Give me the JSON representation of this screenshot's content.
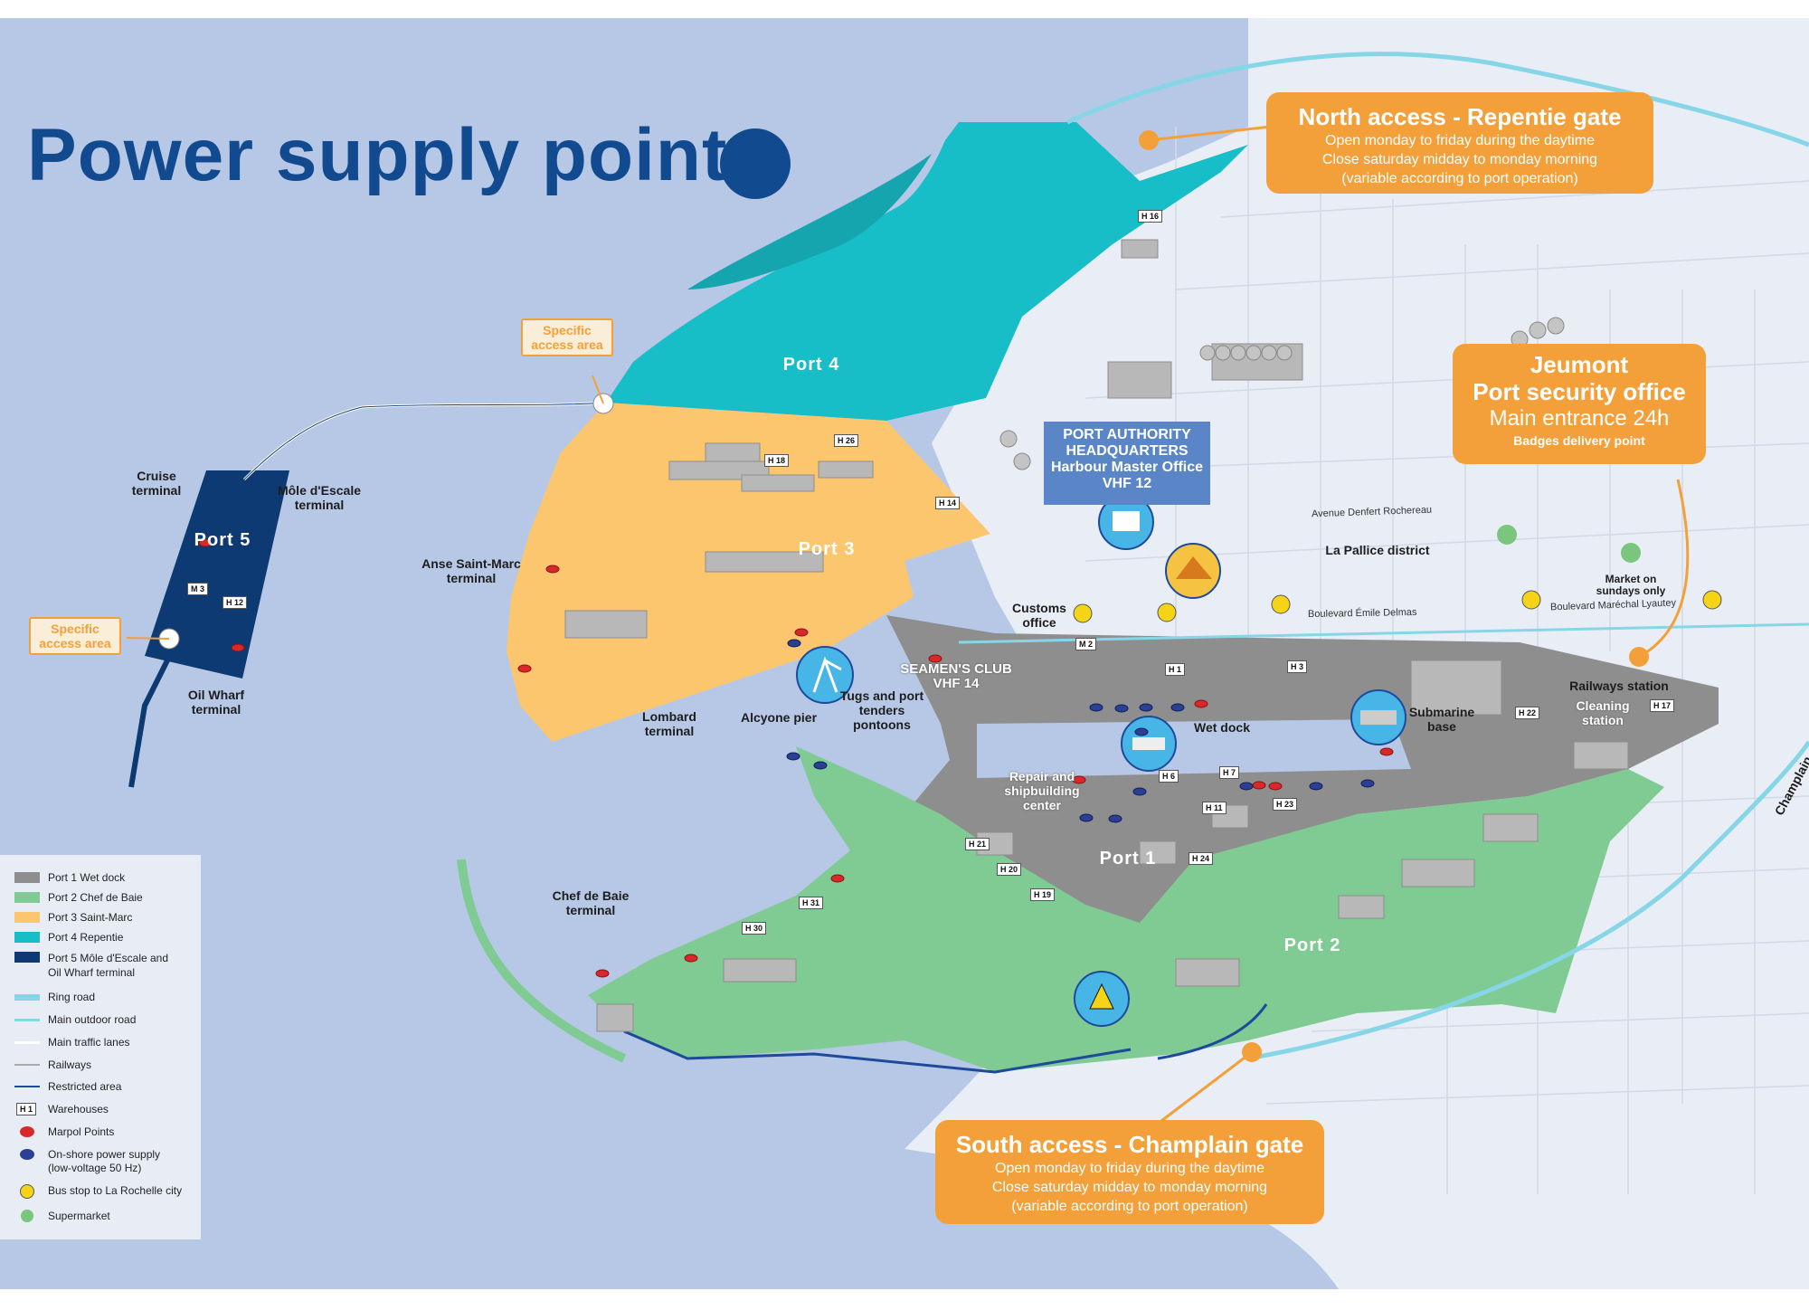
{
  "title": "Power supply points",
  "colors": {
    "sea": "#b7c8e6",
    "land": "#e9eef6",
    "port1": "#8e8e8e",
    "port2": "#7fcb93",
    "port3": "#fcc66e",
    "port4": "#17bdc7",
    "port5": "#0e3a74",
    "accent_orange": "#f4a03a",
    "title_blue": "#124a8f",
    "marpol": "#d8282a",
    "power": "#2b3f95"
  },
  "callouts": {
    "north": {
      "heading": "North access - Repentie gate",
      "line1": "Open monday to friday during the daytime",
      "line2": "Close saturday midday to monday morning",
      "line3": "(variable according to port operation)"
    },
    "south": {
      "heading": "South access - Champlain gate",
      "line1": "Open monday to friday during the daytime",
      "line2": "Close saturday midday to monday morning",
      "line3": "(variable according to port operation)"
    },
    "jeumont": {
      "line1": "Jeumont",
      "line2": "Port security office",
      "line3": "Main entrance 24h",
      "line4": "Badges delivery point"
    },
    "specific_access": "Specific access area",
    "hq": {
      "line1": "PORT AUTHORITY",
      "line2": "HEADQUARTERS",
      "line3": "Harbour Master Office",
      "line4": "VHF 12"
    }
  },
  "ports": {
    "port1": "Port 1",
    "port2": "Port 2",
    "port3": "Port 3",
    "port4": "Port 4",
    "port5": "Port 5"
  },
  "places": {
    "cruise": "Cruise terminal",
    "mole": "Môle d'Escale terminal",
    "oil_wharf": "Oil Wharf terminal",
    "anse": "Anse Saint-Marc terminal",
    "lombard": "Lombard terminal",
    "alcyone": "Alcyone pier",
    "tugs": "Tugs and port tenders pontoons",
    "seamen": "SEAMEN'S CLUB VHF 14",
    "customs": "Customs office",
    "wet_dock": "Wet dock",
    "repair": "Repair and shipbuilding center",
    "submarine": "Submarine base",
    "railways": "Railways station",
    "cleaning": "Cleaning station",
    "la_pallice": "La Pallice district",
    "market": "Market on sundays only",
    "chef_de_baie": "Chef de Baie terminal",
    "champlain_gate": "Champlain gate"
  },
  "streets": {
    "denfert": "Avenue Denfert Rochereau",
    "delmas": "Boulevard Émile Delmas",
    "lyautey": "Boulevard Maréchal Lyautey"
  },
  "warehouses": [
    "H 16",
    "H 26",
    "H 18",
    "H 14",
    "M 3",
    "H 12",
    "M 2",
    "H 1",
    "H 3",
    "H 22",
    "H 17",
    "H 6",
    "H 7",
    "H 11",
    "H 23",
    "H 21",
    "H 20",
    "H 19",
    "H 24",
    "H 31",
    "H 30"
  ],
  "legend": [
    {
      "label": "Port 1 Wet dock",
      "icon": "swatch-port1"
    },
    {
      "label": "Port 2 Chef de Baie",
      "icon": "swatch-port2"
    },
    {
      "label": "Port 3 Saint-Marc",
      "icon": "swatch-port3"
    },
    {
      "label": "Port 4 Repentie",
      "icon": "swatch-port4"
    },
    {
      "label": "Port 5 Môle d'Escale and Oil Wharf terminal",
      "icon": "swatch-port5"
    },
    {
      "label": "Ring road",
      "icon": "line-ring-road"
    },
    {
      "label": "Main outdoor road",
      "icon": "line-outdoor-road"
    },
    {
      "label": "Main traffic lanes",
      "icon": "line-traffic"
    },
    {
      "label": "Railways",
      "icon": "line-railways"
    },
    {
      "label": "Restricted area",
      "icon": "line-restricted"
    },
    {
      "label": "Warehouses",
      "icon": "warehouse-tag"
    },
    {
      "label": "Marpol Points",
      "icon": "marpol-dot"
    },
    {
      "label": "On-shore power supply (low-voltage 50 Hz)",
      "icon": "power-dot"
    },
    {
      "label": "Bus stop to La Rochelle city",
      "icon": "bus-icon"
    },
    {
      "label": "Supermarket",
      "icon": "supermarket-icon"
    }
  ],
  "legend_sample_tag": "H 1"
}
